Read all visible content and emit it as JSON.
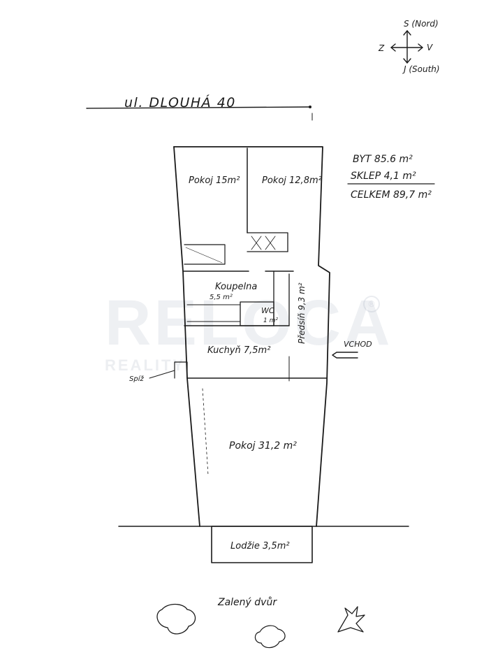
{
  "compass": {
    "north": "S (Nord)",
    "south": "J (South)",
    "west": "Z",
    "east": "V"
  },
  "street": "ul. DLOUHÁ 40",
  "areas": {
    "byt": "BYT 85.6 m²",
    "sklep": "SKLEP 4,1 m²",
    "celkem": "CELKEM 89,7 m²"
  },
  "rooms": {
    "pokoj1": "Pokoj 15m²",
    "pokoj2": "Pokoj 12,8m²",
    "koupelna": "Koupelna",
    "koupelna_area": "5,5 m²",
    "wc": "WC",
    "wc_area": "1 m²",
    "predsin": "Předsíň 9,3 m²",
    "kuchyn": "Kuchyň 7,5m²",
    "spiz": "Spíž",
    "pokoj3": "Pokoj 31,2 m²",
    "lodzie": "Lodžie 3,5m²"
  },
  "entrance": "VCHOD",
  "courtyard": "Zalený dvůr",
  "watermark": {
    "brand": "RELOCA",
    "sub": "REALITY",
    "reg": "®"
  }
}
